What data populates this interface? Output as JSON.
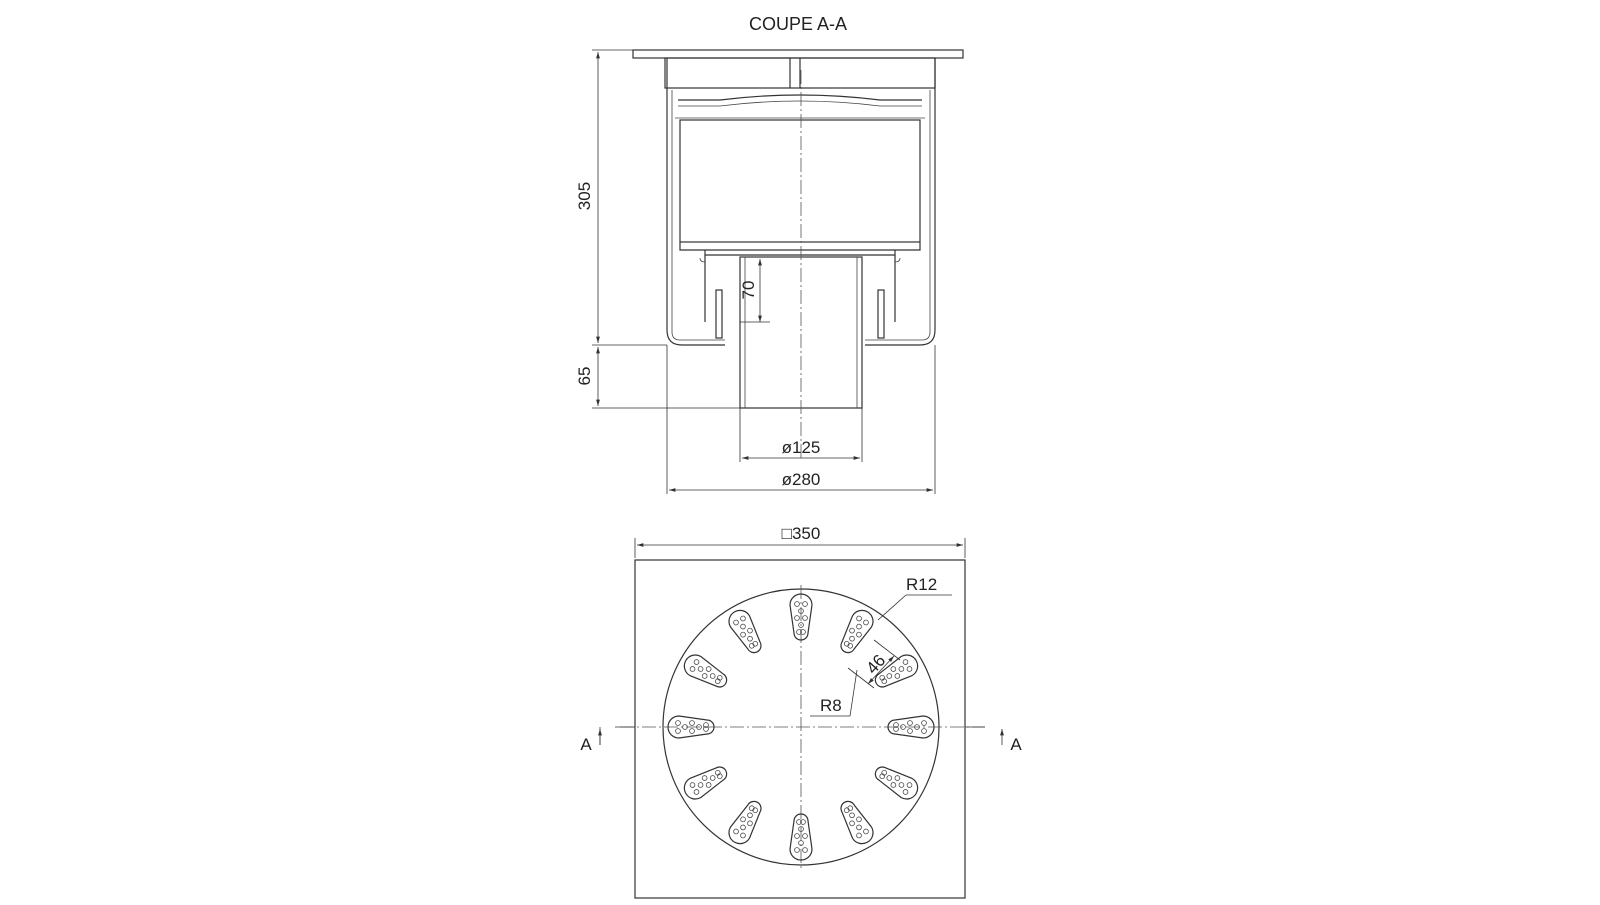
{
  "title": "COUPE A-A",
  "section_view": {
    "dim_overall_height": "305",
    "dim_outlet_length": "65",
    "dim_spigot_insertion": "70",
    "dim_outlet_diameter": "ø125",
    "dim_body_diameter": "ø280"
  },
  "plan_view": {
    "dim_frame_size": "□350",
    "dim_slot_outer_radius": "R12",
    "dim_slot_length": "46",
    "dim_slot_inner_radius": "R8",
    "section_mark_left": "A",
    "section_mark_right": "A"
  },
  "grate_slot_count": 12
}
